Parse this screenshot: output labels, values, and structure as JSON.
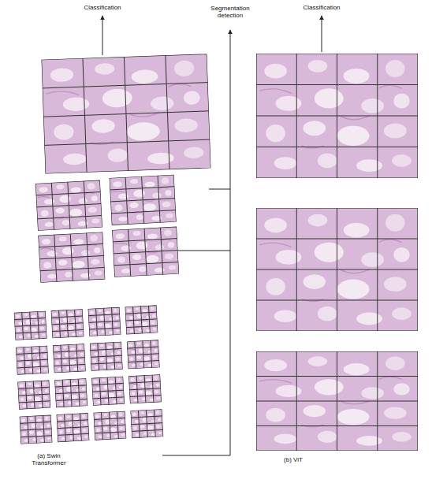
{
  "diagram": {
    "labels": [
      "Classification",
      "Segmentation detection",
      "Classification",
      "(a) Swin Transformer",
      "(b) ViT"
    ]
  }
}
